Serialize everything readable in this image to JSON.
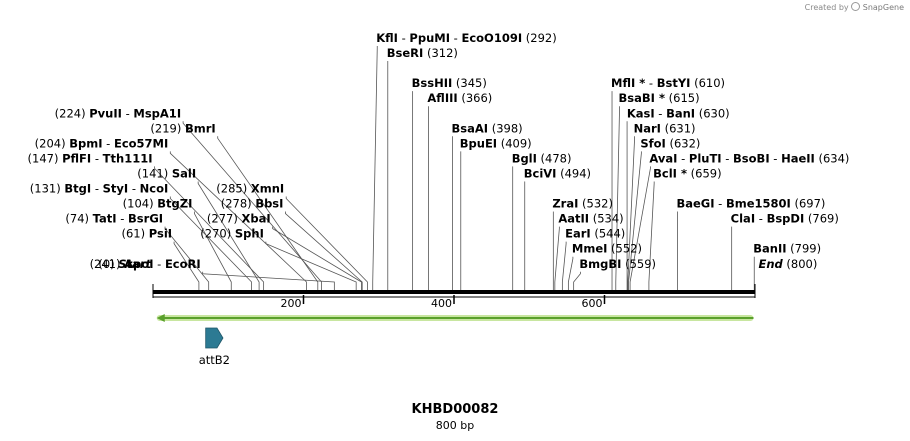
{
  "credit": {
    "prefix": "Created by",
    "brand": "SnapGene"
  },
  "map": {
    "title": "KHBD00082",
    "length_label": "800 bp",
    "total_bp": 800,
    "ruler": [
      {
        "bp": 200,
        "label": "200"
      },
      {
        "bp": 400,
        "label": "400"
      },
      {
        "bp": 600,
        "label": "600"
      }
    ],
    "colors": {
      "backbone": "#000000",
      "feature": "#2c7a93",
      "orf": "#5aa02c",
      "orf_glow": "#c8e6a0",
      "line": "#555555"
    },
    "features": [
      {
        "name": "attB2",
        "start": 70,
        "end": 93,
        "direction": "forward",
        "color": "#2c7a93"
      }
    ],
    "orf": {
      "start": 5,
      "end": 798,
      "direction": "reverse",
      "color": "#5aa02c"
    },
    "sites": [
      {
        "id": "s0",
        "bp": 0,
        "label_bp": 0,
        "names": [
          "Start"
        ],
        "pos": "(0)",
        "style": "italic",
        "pos_first": true
      },
      {
        "id": "s1",
        "bp": 61,
        "label_bp": 28,
        "names": [
          "PsiI"
        ],
        "pos": "(61)",
        "pos_first": true
      },
      {
        "id": "s2",
        "bp": 74,
        "label_bp": 16,
        "names": [
          "TatI",
          "BsrGI"
        ],
        "pos": "(74)",
        "pos_first": true
      },
      {
        "id": "s3",
        "bp": 104,
        "label_bp": 55,
        "names": [
          "BtgZI"
        ],
        "pos": "(104)",
        "pos_first": true
      },
      {
        "id": "s4",
        "bp": 131,
        "label_bp": 23,
        "names": [
          "BtgI",
          "StyI",
          "NcoI"
        ],
        "pos": "(131)",
        "pos_first": true
      },
      {
        "id": "s5",
        "bp": 141,
        "label_bp": 60,
        "names": [
          "SalI"
        ],
        "pos": "(141)",
        "pos_first": true
      },
      {
        "id": "s6",
        "bp": 147,
        "label_bp": 2,
        "names": [
          "PflFI",
          "Tth111I"
        ],
        "pos": "(147)",
        "pos_first": true
      },
      {
        "id": "s7",
        "bp": 204,
        "label_bp": 23,
        "names": [
          "BpmI",
          "Eco57MI"
        ],
        "pos": "(204)",
        "pos_first": true
      },
      {
        "id": "s8",
        "bp": 219,
        "label_bp": 86,
        "names": [
          "BmrI"
        ],
        "pos": "(219)",
        "pos_first": true
      },
      {
        "id": "s9",
        "bp": 224,
        "label_bp": 40,
        "names": [
          "PvuII",
          "MspA1I"
        ],
        "pos": "(224)",
        "pos_first": true
      },
      {
        "id": "s10",
        "bp": 241,
        "label_bp": 66,
        "names": [
          "ApoI",
          "EcoRI"
        ],
        "pos": "(241)",
        "pos_first": true
      },
      {
        "id": "s11",
        "bp": 270,
        "label_bp": 150,
        "names": [
          "SphI"
        ],
        "pos": "(270)",
        "pos_first": true
      },
      {
        "id": "s12",
        "bp": 277,
        "label_bp": 159,
        "names": [
          "XbaI"
        ],
        "pos": "(277)",
        "pos_first": true
      },
      {
        "id": "s13",
        "bp": 278,
        "label_bp": 176,
        "names": [
          "BbsI"
        ],
        "pos": "(278)",
        "pos_first": true
      },
      {
        "id": "s14",
        "bp": 285,
        "label_bp": 177,
        "names": [
          "XmnI"
        ],
        "pos": "(285)",
        "pos_first": true
      },
      {
        "id": "s15",
        "bp": 292,
        "label_bp": 298,
        "names": [
          "KflI",
          "PpuMI",
          "EcoO109I"
        ],
        "pos": "(292)"
      },
      {
        "id": "s16",
        "bp": 312,
        "label_bp": 312,
        "names": [
          "BseRI"
        ],
        "pos": "(312)"
      },
      {
        "id": "s17",
        "bp": 345,
        "label_bp": 345,
        "names": [
          "BssHII"
        ],
        "pos": "(345)"
      },
      {
        "id": "s18",
        "bp": 366,
        "label_bp": 366,
        "names": [
          "AflIII"
        ],
        "pos": "(366)"
      },
      {
        "id": "s19",
        "bp": 398,
        "label_bp": 398,
        "names": [
          "BsaAI"
        ],
        "pos": "(398)"
      },
      {
        "id": "s20",
        "bp": 409,
        "label_bp": 409,
        "names": [
          "BpuEI"
        ],
        "pos": "(409)"
      },
      {
        "id": "s21",
        "bp": 478,
        "label_bp": 478,
        "names": [
          "BglI"
        ],
        "pos": "(478)"
      },
      {
        "id": "s22",
        "bp": 494,
        "label_bp": 494,
        "names": [
          "BciVI"
        ],
        "pos": "(494)"
      },
      {
        "id": "s23",
        "bp": 532,
        "label_bp": 532,
        "names": [
          "ZraI"
        ],
        "pos": "(532)"
      },
      {
        "id": "s24",
        "bp": 534,
        "label_bp": 540,
        "names": [
          "AatII"
        ],
        "pos": "(534)"
      },
      {
        "id": "s25",
        "bp": 544,
        "label_bp": 549,
        "names": [
          "EarI"
        ],
        "pos": "(544)"
      },
      {
        "id": "s26",
        "bp": 552,
        "label_bp": 558,
        "names": [
          "MmeI"
        ],
        "pos": "(552)"
      },
      {
        "id": "s27",
        "bp": 559,
        "label_bp": 568,
        "names": [
          "BmgBI"
        ],
        "pos": "(559)"
      },
      {
        "id": "s28",
        "bp": 610,
        "label_bp": 610,
        "names": [
          "MflI *",
          "BstYI"
        ],
        "pos": "(610)"
      },
      {
        "id": "s29",
        "bp": 615,
        "label_bp": 620,
        "names": [
          "BsaBI *"
        ],
        "pos": "(615)"
      },
      {
        "id": "s30",
        "bp": 630,
        "label_bp": 631,
        "names": [
          "KasI",
          "BanI"
        ],
        "pos": "(630)"
      },
      {
        "id": "s31",
        "bp": 631,
        "label_bp": 640,
        "names": [
          "NarI"
        ],
        "pos": "(631)"
      },
      {
        "id": "s32",
        "bp": 632,
        "label_bp": 649,
        "names": [
          "SfoI"
        ],
        "pos": "(632)"
      },
      {
        "id": "s33",
        "bp": 634,
        "label_bp": 661,
        "names": [
          "AvaI",
          "PluTI",
          "BsoBI",
          "HaeII"
        ],
        "pos": "(634)"
      },
      {
        "id": "s34",
        "bp": 659,
        "label_bp": 666,
        "names": [
          "BclI *"
        ],
        "pos": "(659)"
      },
      {
        "id": "s35",
        "bp": 697,
        "label_bp": 697,
        "names": [
          "BaeGI",
          "Bme1580I"
        ],
        "pos": "(697)"
      },
      {
        "id": "s36",
        "bp": 769,
        "label_bp": 769,
        "names": [
          "ClaI",
          "BspDI"
        ],
        "pos": "(769)"
      },
      {
        "id": "s37",
        "bp": 799,
        "label_bp": 799,
        "names": [
          "BanII"
        ],
        "pos": "(799)"
      },
      {
        "id": "s38",
        "bp": 800,
        "label_bp": 806,
        "names": [
          "End"
        ],
        "pos": "(800)",
        "style": "italic"
      }
    ]
  }
}
